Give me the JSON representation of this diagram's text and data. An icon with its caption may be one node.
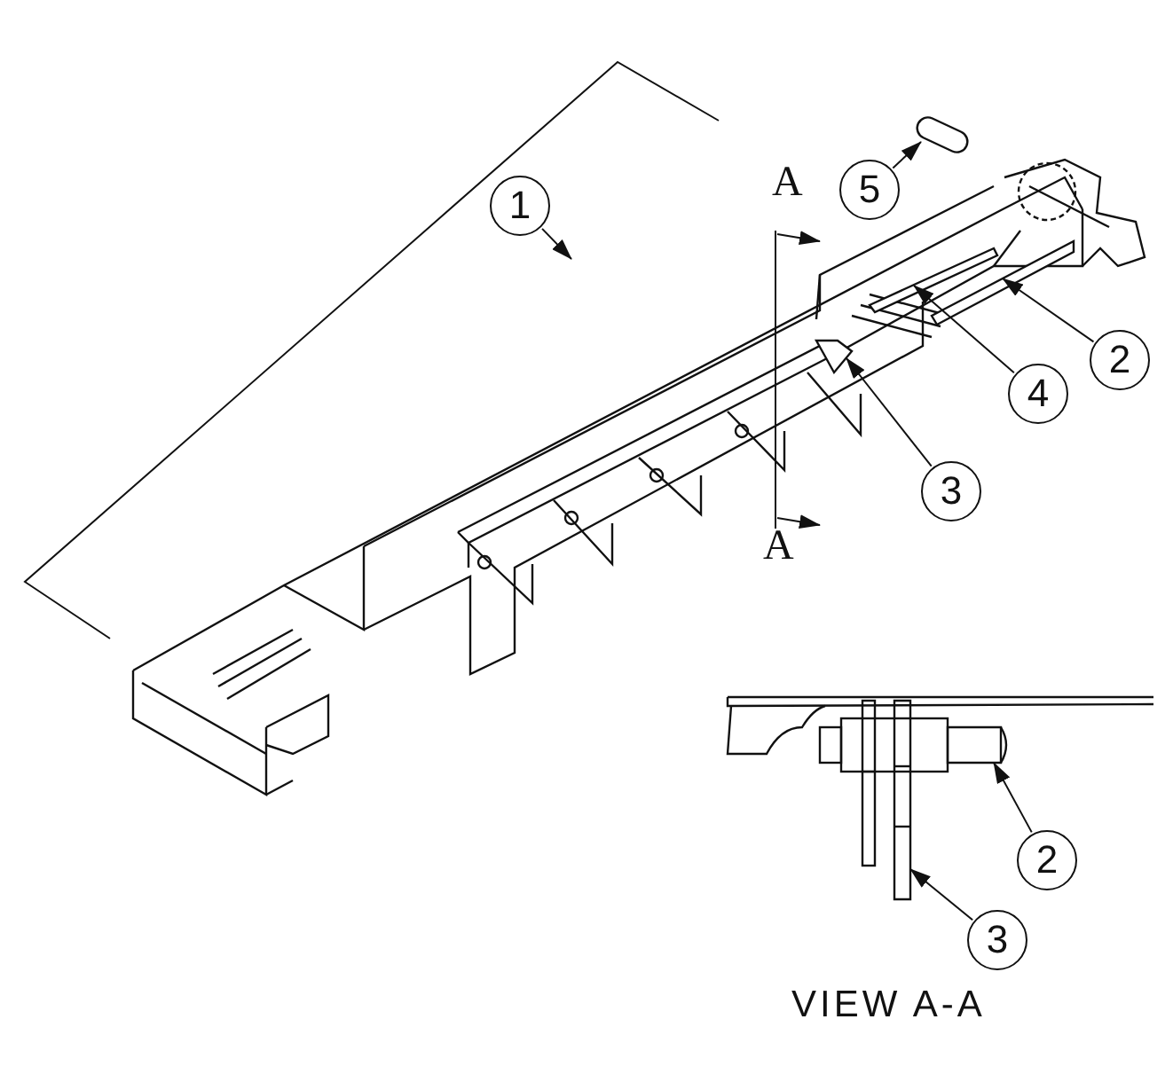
{
  "diagram": {
    "nodes": [
      {
        "text": [
          "1"
        ]
      },
      {
        "text": [
          "5"
        ]
      },
      {
        "text": [
          "2"
        ]
      },
      {
        "text": [
          "4"
        ]
      },
      {
        "text": [
          "3"
        ]
      },
      {
        "text": [
          "2"
        ]
      },
      {
        "text": [
          "3"
        ]
      },
      {
        "text": [],
        "shape": "cylinder"
      },
      {
        "text": [],
        "shape": "bar"
      },
      {
        "text": [],
        "shape": "bar"
      },
      {
        "text": [],
        "shape": "bar"
      },
      {
        "text": [],
        "shape": "bar"
      },
      {
        "text": [],
        "shape": "bar"
      }
    ],
    "edges": [
      {
        "from": 0,
        "to": null,
        "arrow": "to"
      },
      {
        "from": 1,
        "to": 7,
        "arrow": "to"
      },
      {
        "from": 2,
        "to": 8,
        "arrow": "to"
      },
      {
        "from": 3,
        "to": 9,
        "arrow": "to"
      },
      {
        "from": 4,
        "to": 10,
        "arrow": "to"
      },
      {
        "from": 5,
        "to": 11,
        "arrow": "to"
      },
      {
        "from": 6,
        "to": 12,
        "arrow": "to"
      }
    ],
    "labels": [
      "A",
      "A",
      "VIEW A-A"
    ]
  }
}
